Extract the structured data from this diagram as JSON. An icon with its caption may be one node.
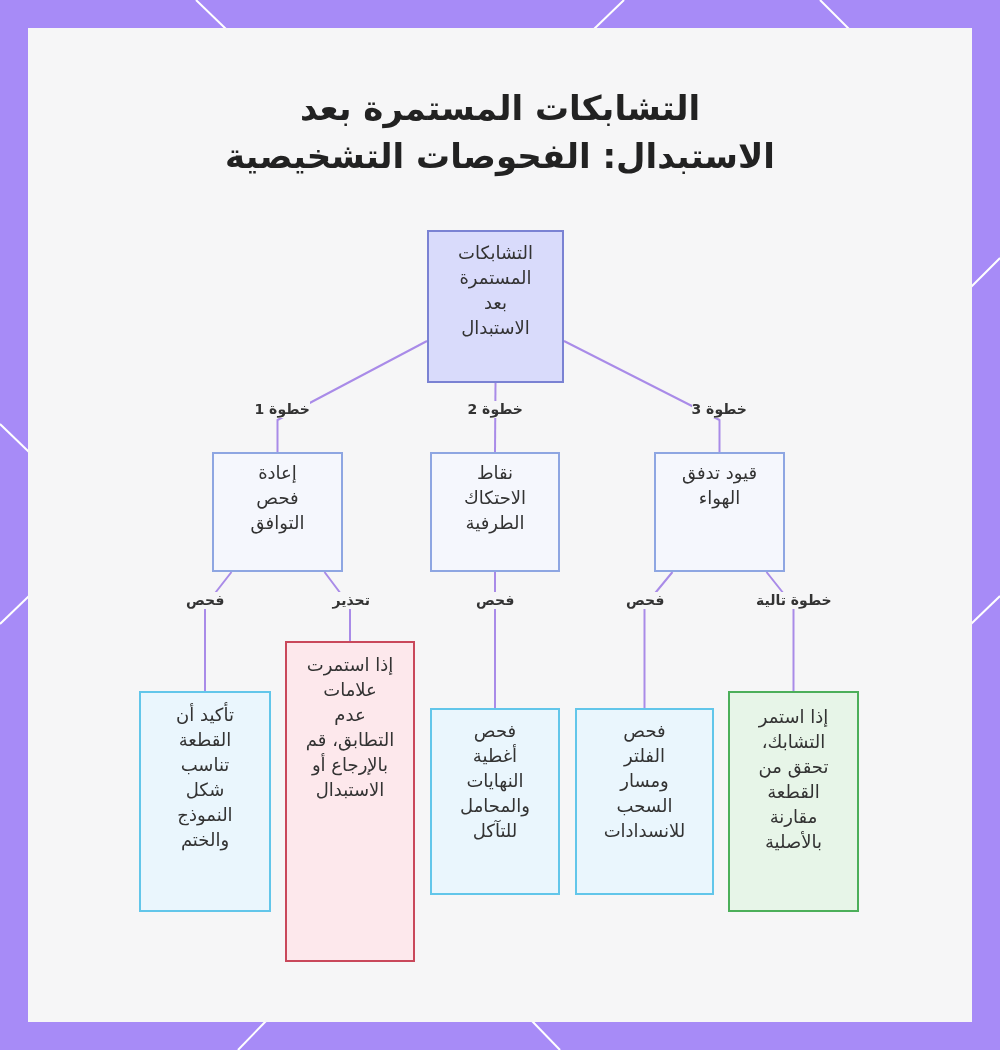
{
  "diagram": {
    "title": "التشابكات المستمرة بعد الاستبدال: الفحوصات التشخيصية",
    "nodes": [
      {
        "text": [
          "التشابكات المستمرة بعد الاستبدال"
        ]
      },
      {
        "text": [
          "إعادة فحص التوافق"
        ]
      },
      {
        "text": [
          "نقاط الاحتكاك الطرفية"
        ]
      },
      {
        "text": [
          "قيود تدفق الهواء"
        ]
      },
      {
        "text": [
          "تأكيد أن القطعة تناسب شكل النموذج والختم"
        ]
      },
      {
        "text": [
          "إذا استمرت علامات عدم التطابق، قم بالإرجاع أو الاستبدال"
        ]
      },
      {
        "text": [
          "فحص أغطية النهايات والمحامل للتآكل"
        ]
      },
      {
        "text": [
          "فحص الفلتر ومسار السحب للانسدادات"
        ]
      },
      {
        "text": [
          "إذا استمر التشابك، تحقق من القطعة مقارنة بالأصلية"
        ]
      }
    ],
    "edges": [
      {
        "from": 0,
        "to": 1,
        "arrow": "none",
        "label": "خطوة 1"
      },
      {
        "from": 0,
        "to": 2,
        "arrow": "none",
        "label": "خطوة 2"
      },
      {
        "from": 0,
        "to": 3,
        "arrow": "none",
        "label": "خطوة 3"
      },
      {
        "from": 1,
        "to": 4,
        "arrow": "none",
        "label": "فحص"
      },
      {
        "from": 1,
        "to": 5,
        "arrow": "none",
        "label": "تحذير"
      },
      {
        "from": 2,
        "to": 6,
        "arrow": "none",
        "label": "فحص"
      },
      {
        "from": 3,
        "to": 7,
        "arrow": "none",
        "label": "فحص"
      },
      {
        "from": 3,
        "to": 8,
        "arrow": "none",
        "label": "خطوة تالية"
      }
    ]
  }
}
